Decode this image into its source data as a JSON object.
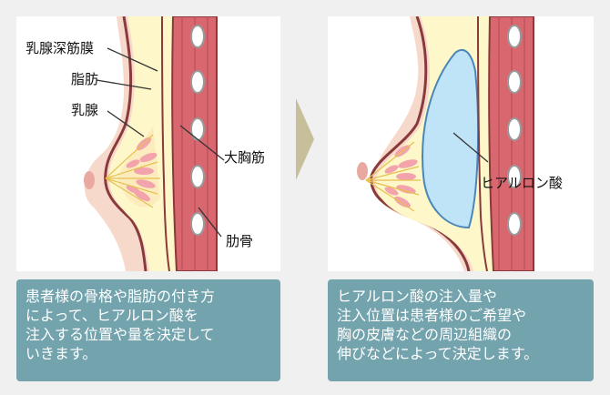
{
  "left_panel": {
    "labels": {
      "fascia": "乳腺深筋膜",
      "fat": "脂肪",
      "gland": "乳腺",
      "muscle": "大胸筋",
      "rib": "肋骨"
    },
    "caption": "患者様の骨格や脂肪の付き方\nによって、ヒアルロン酸を\n注入する位置や量を決定して\nいきます。"
  },
  "right_panel": {
    "labels": {
      "implant": "ヒアルロン酸"
    },
    "caption": "ヒアルロン酸の注入量や\n注入位置は患者様のご希望や\n胸の皮膚などの周辺組織の\n伸びなどによって決定します。"
  },
  "colors": {
    "skin": "#f7d9cc",
    "fat": "#fdf7c9",
    "muscle": "#d9676f",
    "rib": "#ffffff",
    "gland": "#f2a3ac",
    "filler": "#bfe3f7",
    "caption_bg": "#73a3ad",
    "arrow": "#c7bf9a"
  }
}
